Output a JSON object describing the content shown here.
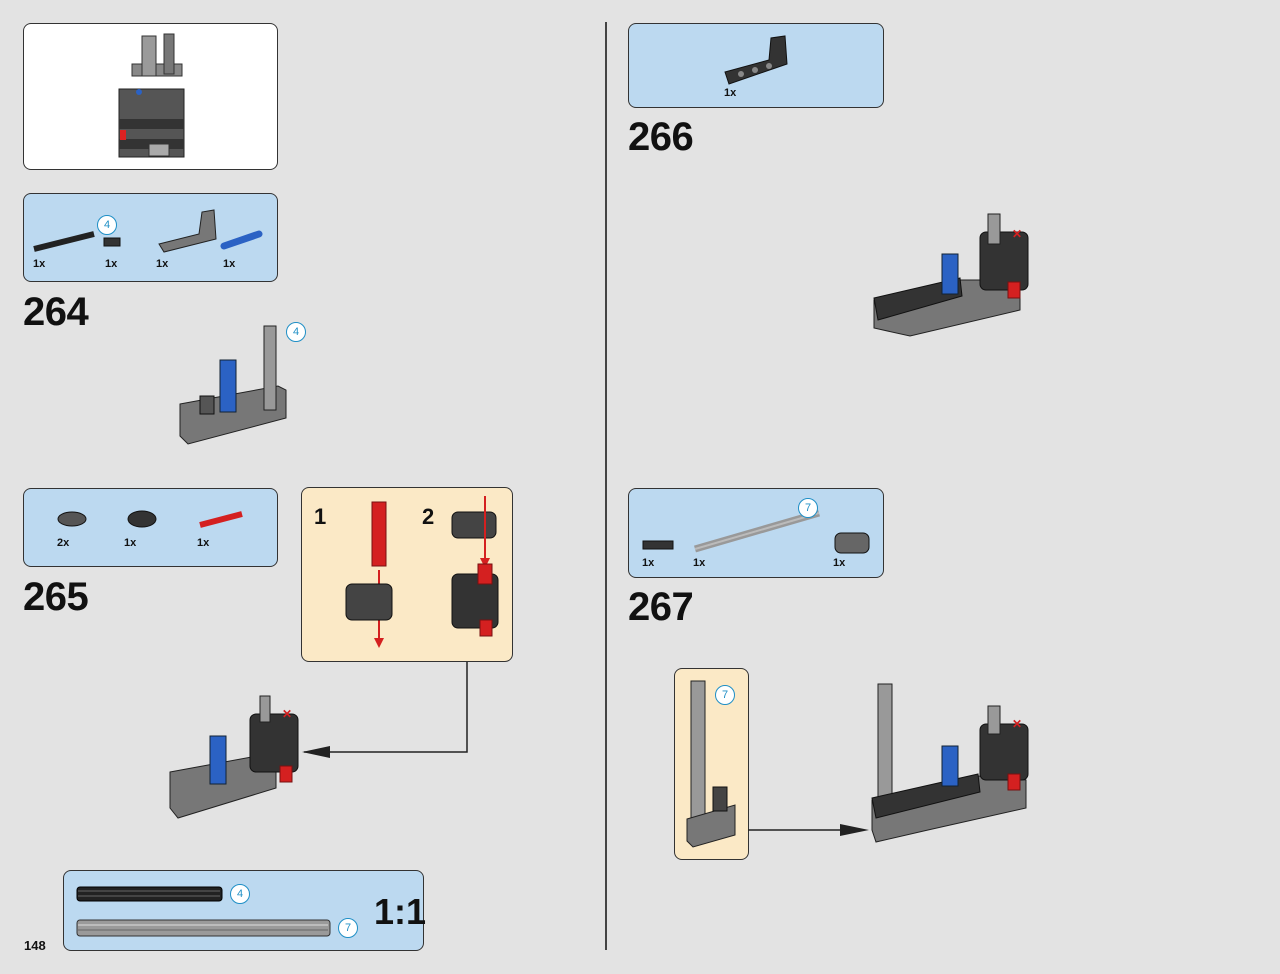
{
  "page_number": "148",
  "steps": [
    {
      "number": "264",
      "parts": [
        "1x",
        "1x",
        "1x",
        "1x"
      ],
      "callouts": [
        "4",
        "4"
      ]
    },
    {
      "number": "265",
      "parts": [
        "2x",
        "1x",
        "1x"
      ],
      "substeps": [
        "1",
        "2"
      ]
    },
    {
      "number": "266",
      "parts": [
        "1x"
      ]
    },
    {
      "number": "267",
      "parts": [
        "1x",
        "1x",
        "1x"
      ],
      "callouts": [
        "7",
        "7"
      ]
    }
  ],
  "scale_box": {
    "label": "1:1",
    "callouts": [
      "4",
      "7"
    ]
  },
  "colors": {
    "callout": "#1f8fc6",
    "parts_bg": "#bcd9f0",
    "sub_bg": "#fbe9c6",
    "arrow": "#d42020"
  }
}
